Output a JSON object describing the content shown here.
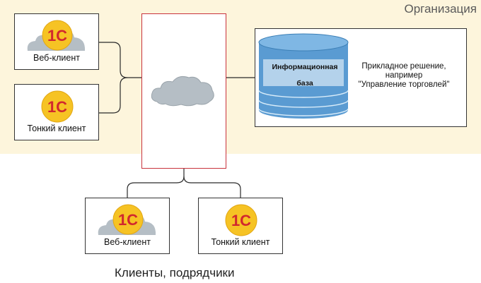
{
  "zone": {
    "title": "Организация"
  },
  "clients": {
    "web": {
      "label": "Веб-клиент"
    },
    "thin": {
      "label": "Тонкий клиент"
    }
  },
  "database": {
    "line1": "Информационная",
    "line2": "база"
  },
  "application": {
    "line1": "Прикладное решение,",
    "line2": "например",
    "line3": "\"Управление торговлей\""
  },
  "footer": {
    "title": "Клиенты, подрядчики"
  },
  "logo": {
    "text": "1С"
  },
  "colors": {
    "org_background": "#fdf5dc",
    "server_border": "#c8323c",
    "logo_red": "#d1282e",
    "logo_yellow": "#f6c324",
    "database_blue": "#5a9bd2",
    "cloud_gray": "#b5bec5"
  }
}
